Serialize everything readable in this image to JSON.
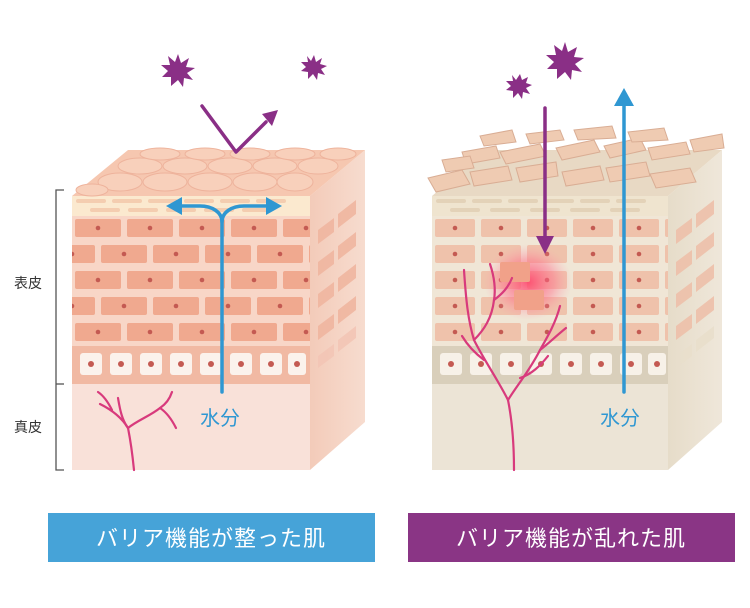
{
  "layers": {
    "epidermis": "表皮",
    "dermis": "真皮"
  },
  "panels": {
    "healthy": {
      "water_label": "水分",
      "caption": "バリア機能が整った肌",
      "caption_color": "#46a3d8"
    },
    "damaged": {
      "water_label": "水分",
      "caption": "バリア機能が乱れた肌",
      "caption_color": "#8a3585"
    }
  },
  "colors": {
    "water_arrow": "#2f97d2",
    "irritant_arrow": "#8a2f86",
    "irritant": "#8a2f86",
    "capillary": "#d83a7c",
    "healthy_skin": "#f4c3b0",
    "damaged_skin": "#e8e0cf"
  },
  "icons": {
    "irritant": "spiky-particle-icon"
  }
}
